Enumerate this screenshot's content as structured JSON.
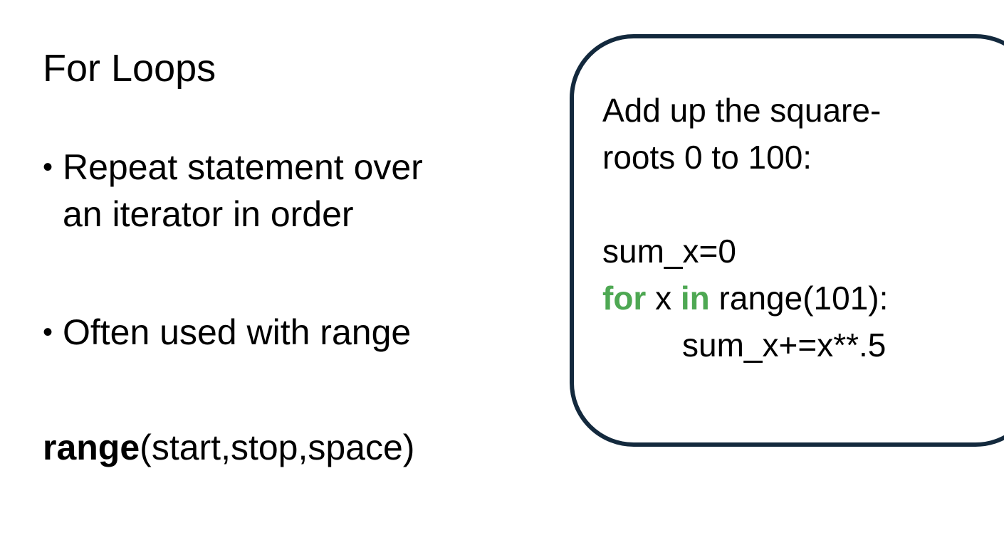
{
  "title": "For Loops",
  "bullets": [
    {
      "line1": "Repeat statement over",
      "line2": "an iterator in order"
    },
    {
      "line1": "Often used with range"
    }
  ],
  "range_signature": {
    "keyword": "range",
    "params": "(start,stop,space)"
  },
  "example_box": {
    "intro_line1": "Add up the square-",
    "intro_line2": "roots 0 to 100:",
    "code": {
      "init": "sum_x=0",
      "for_keyword": "for",
      "loop_var": " x ",
      "in_keyword": "in",
      "iterable": " range(101):",
      "body": "sum_x+=x**.5"
    },
    "keyword_color": "#4ea853",
    "border_color": "#13293d"
  }
}
